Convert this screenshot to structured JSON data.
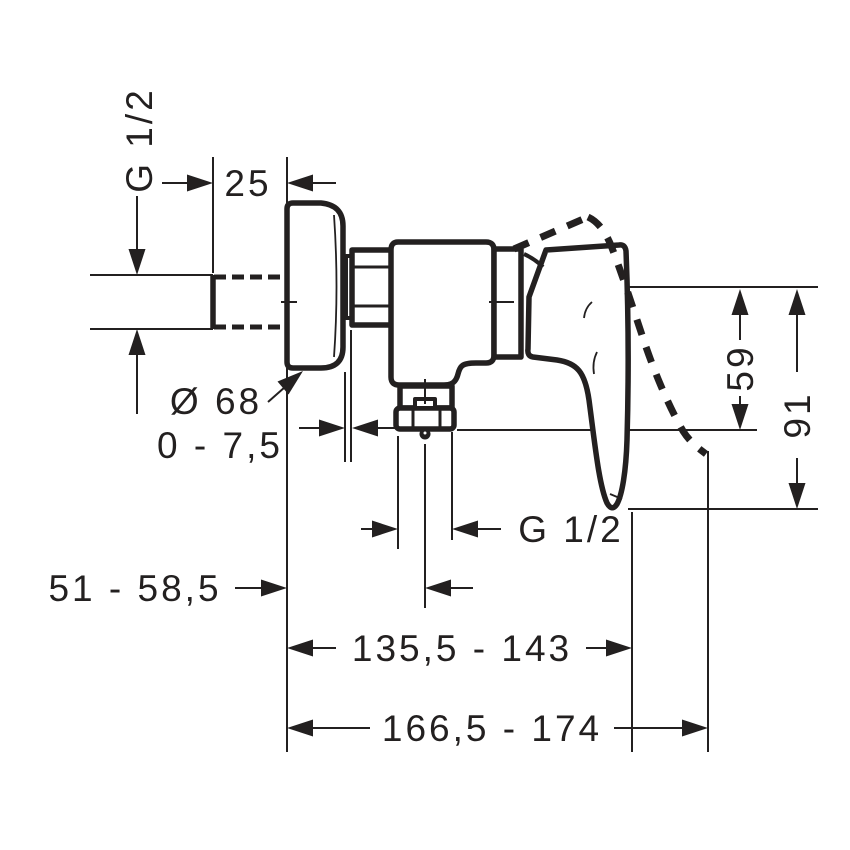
{
  "drawing": {
    "title": "shower-mixer-technical-drawing",
    "labels": {
      "supply_thread": "G 1/2",
      "stub_length": "25",
      "escutcheon_diameter": "Ø 68",
      "adjust_range": "0 - 7,5",
      "height_to_outlet": "59",
      "height_to_handle_tip": "91",
      "outlet_thread": "G 1/2",
      "wall_to_outlet_center": "51 - 58,5",
      "wall_to_handle_tip": "135,5 - 143",
      "wall_to_handle_max": "166,5 - 174"
    },
    "colors": {
      "line": "#232020",
      "background": "#ffffff"
    }
  }
}
